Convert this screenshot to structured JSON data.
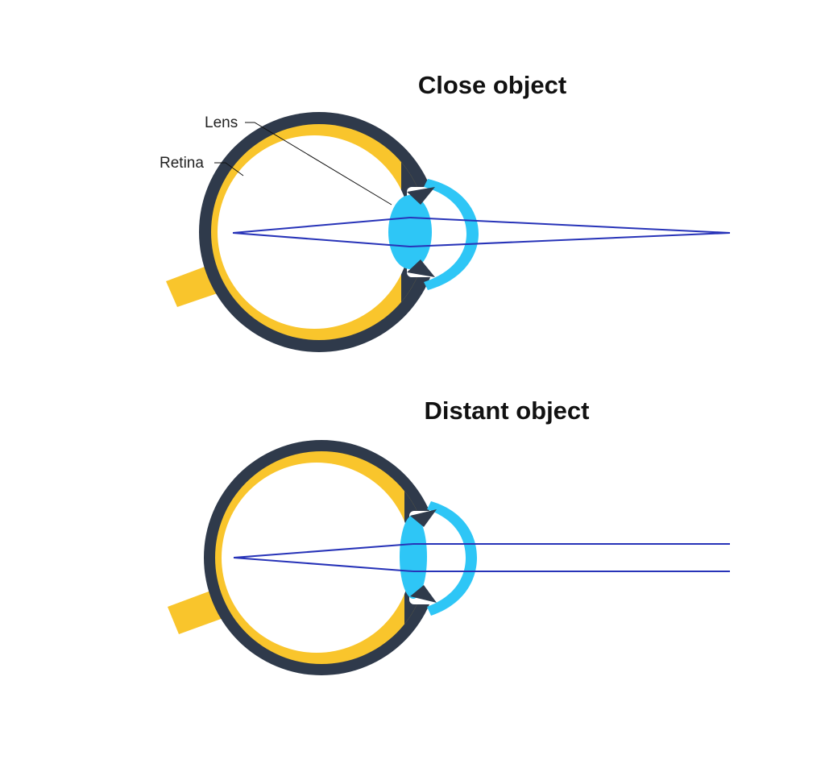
{
  "colors": {
    "sclera": "#2f3a4b",
    "retina": "#f9c52c",
    "lens": "#2ec6f6",
    "ray": "#2733b8",
    "background": "#ffffff"
  },
  "panels": [
    {
      "title": "Close object",
      "labels": {
        "lens": "Lens",
        "retina": "Retina"
      },
      "rays": "converging-from-near-point"
    },
    {
      "title": "Distant object",
      "rays": "parallel-from-infinity"
    }
  ]
}
